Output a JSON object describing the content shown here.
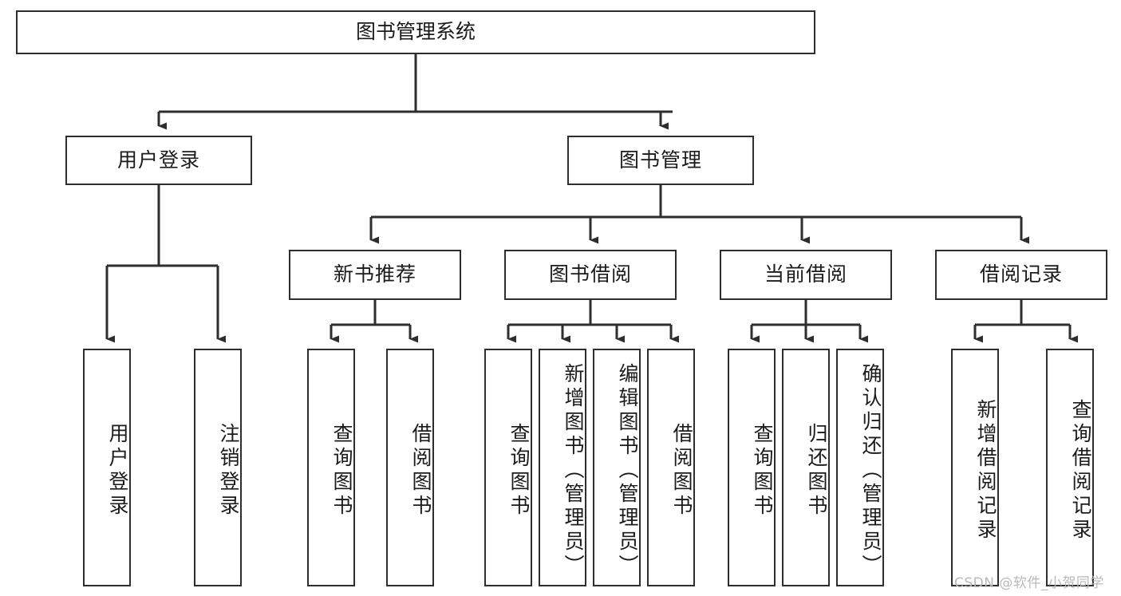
{
  "diagram": {
    "title": "图书管理系统",
    "type": "tree-hierarchy-functional-structure",
    "root": {
      "label": "图书管理系统"
    },
    "level2": [
      {
        "label": "用户登录"
      },
      {
        "label": "图书管理"
      }
    ],
    "level3": [
      {
        "label": "新书推荐"
      },
      {
        "label": "图书借阅"
      },
      {
        "label": "当前借阅"
      },
      {
        "label": "借阅记录"
      }
    ],
    "leaves": {
      "user_login": [
        {
          "label": "用户登录"
        },
        {
          "label": "注销登录"
        }
      ],
      "new_book_recommend": [
        {
          "label": "查询图书"
        },
        {
          "label": "借阅图书"
        }
      ],
      "book_borrow": [
        {
          "label": "查询图书"
        },
        {
          "label": "新增图书（管理员）"
        },
        {
          "label": "编辑图书（管理员）"
        },
        {
          "label": "借阅图书"
        }
      ],
      "current_borrow": [
        {
          "label": "查询图书"
        },
        {
          "label": "归还图书"
        },
        {
          "label": "确认归还（管理员）"
        }
      ],
      "borrow_record": [
        {
          "label": "新增借阅记录"
        },
        {
          "label": "查询借阅记录"
        }
      ]
    }
  },
  "watermark": {
    "text": "CSDN @软件_小贺同学"
  },
  "colors": {
    "border": "#2e2e2e",
    "background": "#ffffff",
    "text": "#1b1b1b",
    "watermark": "#b9b9b9"
  }
}
